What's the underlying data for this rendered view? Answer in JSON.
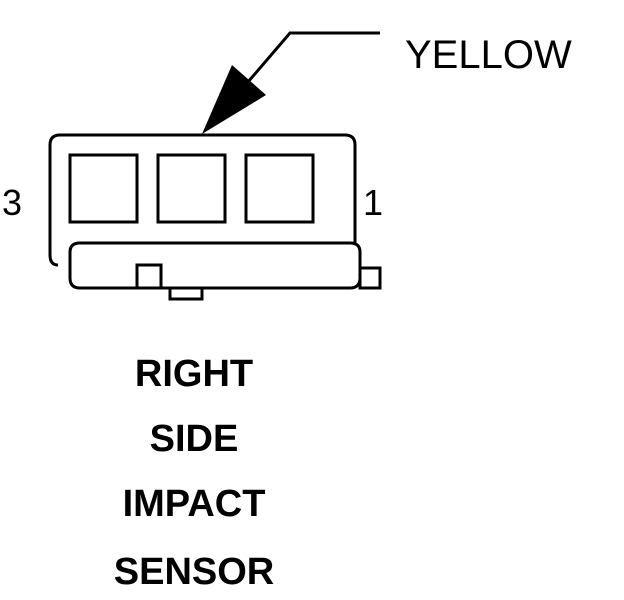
{
  "diagram": {
    "wire_color_label": "YELLOW",
    "pin_left_label": "3",
    "pin_right_label": "1",
    "title_lines": [
      "RIGHT",
      "SIDE",
      "IMPACT",
      "SENSOR"
    ]
  },
  "colors": {
    "line": "#000000",
    "background": "#ffffff"
  }
}
